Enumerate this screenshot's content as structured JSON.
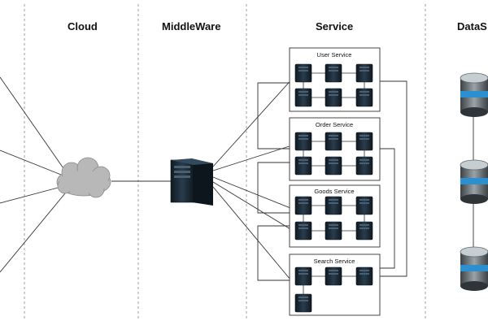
{
  "columns": {
    "cloud": "Cloud",
    "middleware": "MiddleWare",
    "service": "Service",
    "datastore": "DataS"
  },
  "services": [
    {
      "name": "User Service"
    },
    {
      "name": "Order Service"
    },
    {
      "name": "Goods Service"
    },
    {
      "name": "Search Service"
    }
  ],
  "colors": {
    "line": "#333333",
    "divider": "#888888",
    "server": "#1c2a36",
    "cloud": "#b8b8b8",
    "db_band": "#2b8fd0"
  },
  "icons": [
    "cloud-icon",
    "middleware-server-icon",
    "server-icon",
    "database-icon"
  ]
}
